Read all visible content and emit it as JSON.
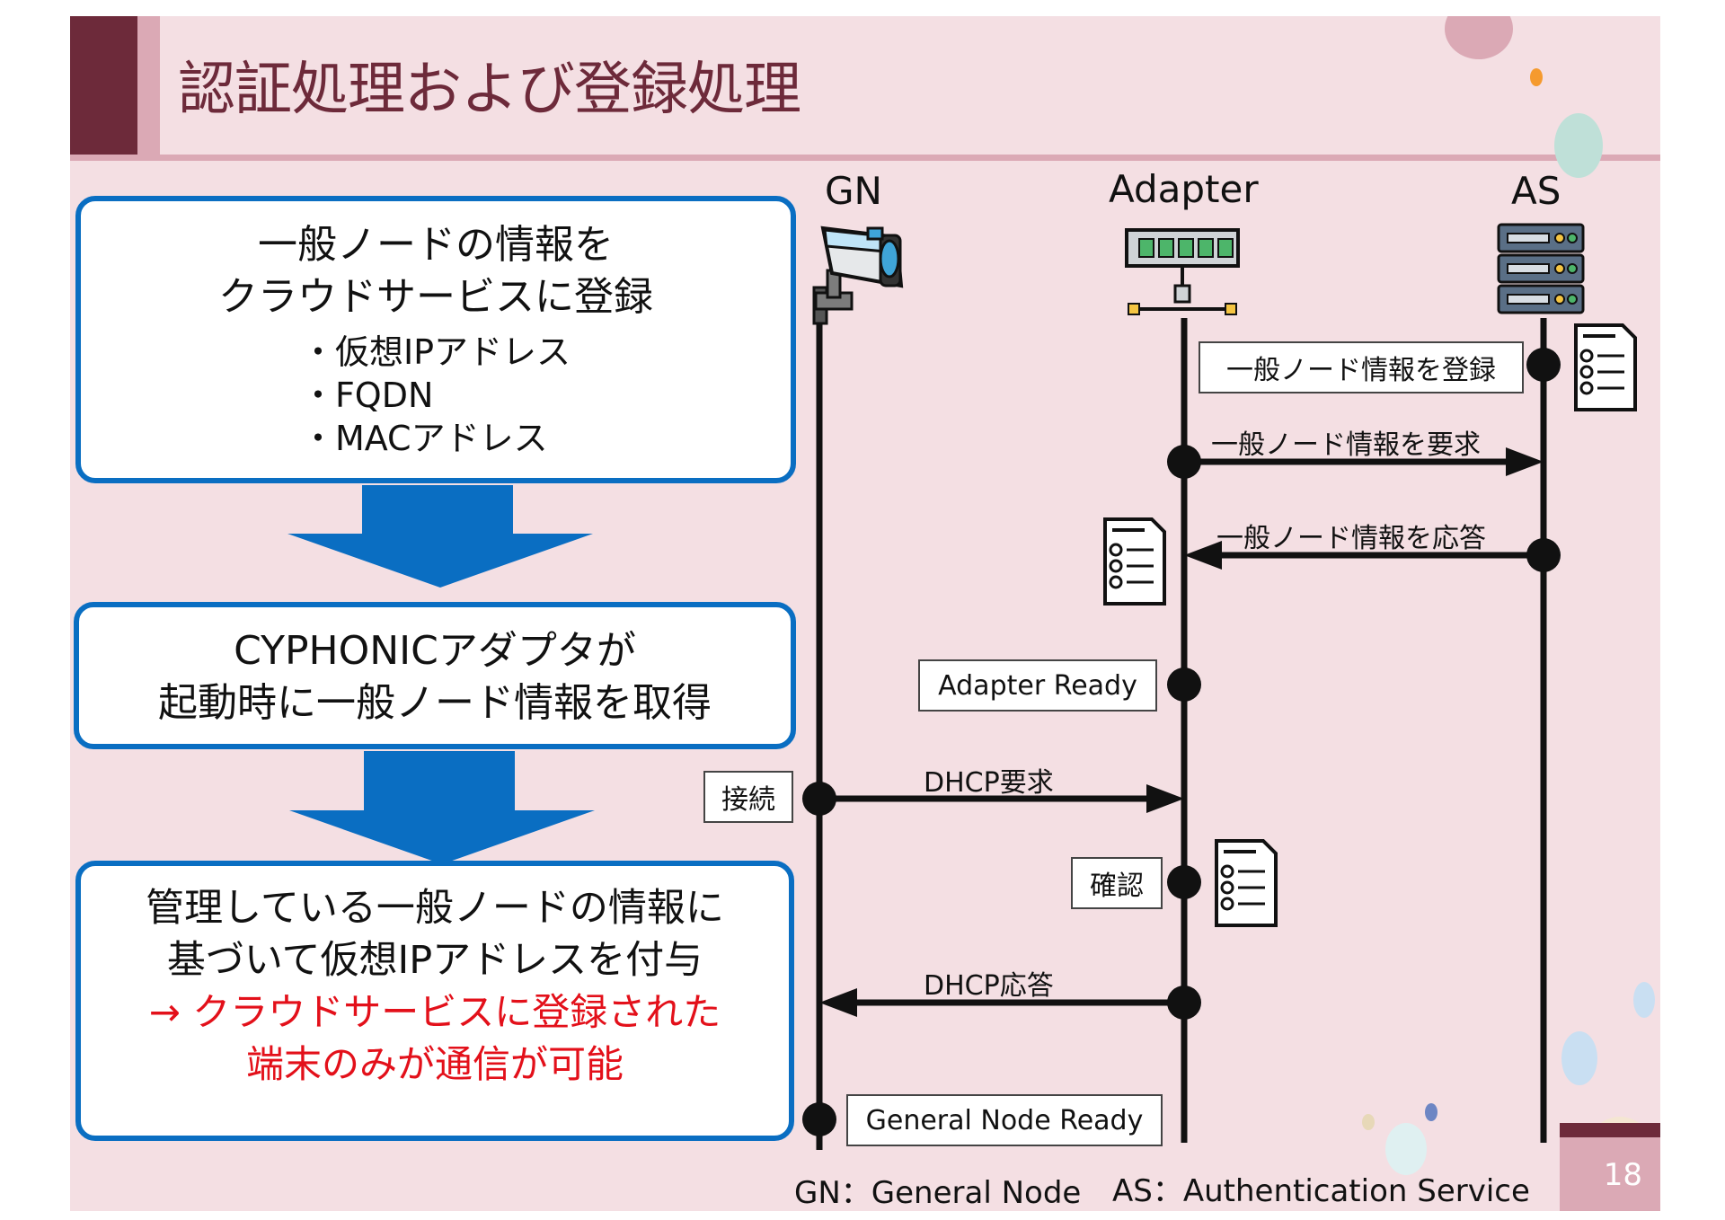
{
  "slide": {
    "title": "認証処理および登録処理",
    "page_number": "18"
  },
  "flow": {
    "box1": {
      "line1": "一般ノードの情報を",
      "line2": "クラウドサービスに登録",
      "items": [
        "・仮想IPアドレス",
        "・FQDN",
        "・MACアドレス"
      ]
    },
    "box2": {
      "line1": "CYPHONICアダプタが",
      "line2": "起動時に一般ノード情報を取得"
    },
    "box3": {
      "line1": "管理している一般ノードの情報に",
      "line2": "基づいて仮想IPアドレスを付与",
      "line3": "→ クラウドサービスに登録された",
      "line4": "端末のみが通信が可能"
    }
  },
  "sequence": {
    "lanes": {
      "gn": "GN",
      "adapter": "Adapter",
      "as": "AS"
    },
    "tags": {
      "register": "一般ノード情報を登録",
      "adapter_ready": "Adapter Ready",
      "connect": "接続",
      "confirm": "確認",
      "general_node_ready": "General Node Ready"
    },
    "messages": {
      "request": "一般ノード情報を要求",
      "response": "一般ノード情報を応答",
      "dhcp_request": "DHCP要求",
      "dhcp_response": "DHCP応答"
    },
    "icons": {
      "gn": "security-camera-icon",
      "adapter": "network-switch-icon",
      "as": "server-rack-icon",
      "document": "checklist-document-icon"
    }
  },
  "legend": {
    "gn": "GN：General Node",
    "as": "AS：Authentication Service"
  },
  "colors": {
    "background": "#f4dfe3",
    "title": "#6d2a3a",
    "accent_pink": "#dba9b5",
    "box_border": "#0a6ec2",
    "arrow_blue": "#0a6ec2",
    "highlight_red": "#e3101a"
  }
}
